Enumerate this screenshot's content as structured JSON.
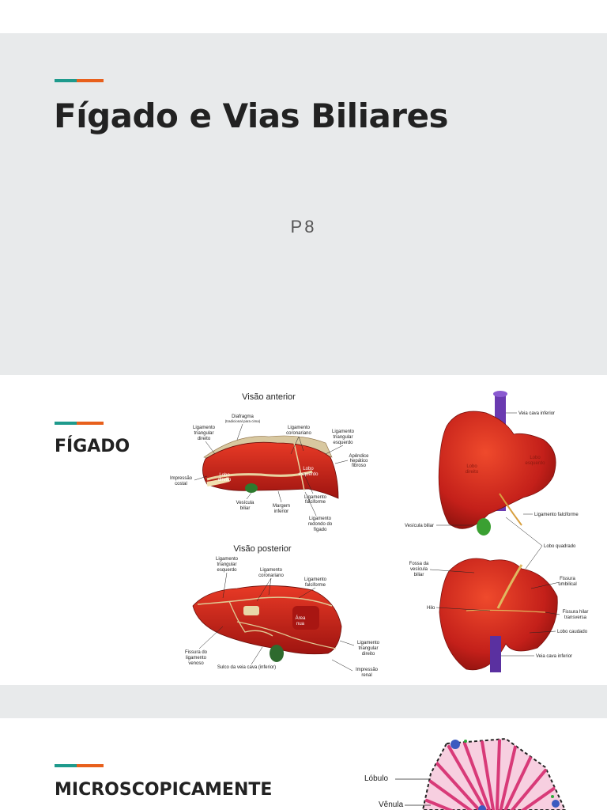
{
  "slide1": {
    "title": "Fígado e Vias Biliares",
    "subtitle": "P8"
  },
  "slide2": {
    "heading": "FÍGADO",
    "anterior": {
      "title": "Visão anterior",
      "labels": {
        "diafragma": "Diafragma",
        "diafragma_sub": "(tradicional para cima)",
        "lig_tri_dir_1": "Ligamento",
        "lig_tri_dir_2": "triangular",
        "lig_tri_dir_3": "direito",
        "lig_coron_1": "Ligamento",
        "lig_coron_2": "coronariano",
        "lig_tri_esq_1": "Ligamento",
        "lig_tri_esq_2": "triangular",
        "lig_tri_esq_3": "esquerdo",
        "apendice_1": "Apêndice",
        "apendice_2": "hepático",
        "apendice_3": "fibroso",
        "impressao_1": "Impressão",
        "impressao_2": "costal",
        "lobo_dir_1": "Lobo",
        "lobo_dir_2": "direito",
        "lobo_esq_1": "Lobo",
        "lobo_esq_2": "esquerdo",
        "vesicula_1": "Vesícula",
        "vesicula_2": "biliar",
        "margem_1": "Margem",
        "margem_2": "inferior",
        "lig_falc_1": "Ligamento",
        "lig_falc_2": "falciforme",
        "lig_red_1": "Ligamento",
        "lig_red_2": "redondo do",
        "lig_red_3": "fígado"
      }
    },
    "posterior": {
      "title": "Visão posterior",
      "labels": {
        "lig_tri_esq_1": "Ligamento",
        "lig_tri_esq_2": "triangular",
        "lig_tri_esq_3": "esquerdo",
        "lig_coron_1": "Ligamento",
        "lig_coron_2": "coronariano",
        "lig_falc_1": "Ligamento",
        "lig_falc_2": "falciforme",
        "area_1": "Área",
        "area_2": "nua",
        "lig_tri_dir_1": "Ligamento",
        "lig_tri_dir_2": "triangular",
        "lig_tri_dir_3": "direito",
        "fissura_1": "Fissura do",
        "fissura_2": "ligamento",
        "fissura_3": "venoso",
        "sulco": "Sulco da veia cava (inferior)",
        "impressao_1": "Impressão",
        "impressao_2": "renal"
      }
    },
    "right_figure": {
      "labels": {
        "veia_cava_sup": "Veia cava inferior",
        "lobo_direito_1": "Lobo",
        "lobo_direito_2": "direito",
        "lobo_esquerdo_1": "Lobo",
        "lobo_esquerdo_2": "esquerdo",
        "vesicula": "Vesícula biliar",
        "lig_falc": "Ligamento falciforme",
        "lobo_quadrado": "Lobo quadrado",
        "fossa_1": "Fossa da",
        "fossa_2": "vesícula",
        "fossa_3": "biliar",
        "fissura_umb_1": "Fissura",
        "fissura_umb_2": "umbilical",
        "hilo": "Hilo",
        "fissura_hilar_1": "Fissura hilar",
        "fissura_hilar_2": "transversa",
        "lobo_caudado": "Lobo caudado",
        "veia_cava_inf": "Veia cava inferior"
      }
    }
  },
  "slide3": {
    "heading": "MICROSCOPICAMENTE",
    "labels": {
      "lobulo": "Lóbulo",
      "venula": "Vênula"
    }
  },
  "colors": {
    "teal": "#1e9a8c",
    "orange": "#e8601c",
    "slide_bg": "#e8eaeb",
    "liver_red": "#c8201a"
  }
}
